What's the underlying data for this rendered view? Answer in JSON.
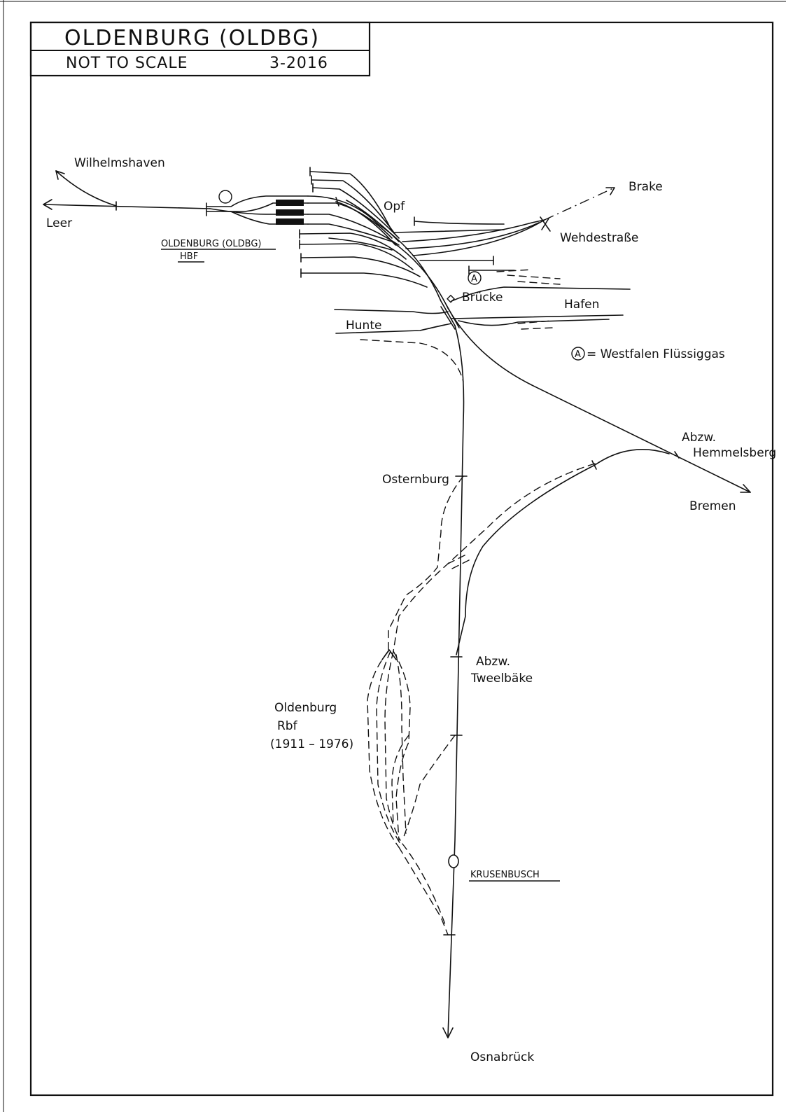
{
  "header": {
    "title": "OLDENBURG (OLDBG)",
    "subtitle": "NOT TO SCALE",
    "date": "3-2016"
  },
  "labels": {
    "wilhelmshaven": "Wilhelmshaven",
    "leer": "Leer",
    "station_main": "OLDENBURG (OLDBG)",
    "station_main_sub": "HBF",
    "opf": "Opf",
    "brake": "Brake",
    "wehdestrasse": "Wehdestraße",
    "bruecke": "Brücke",
    "hafen": "Hafen",
    "hunte": "Hunte",
    "legend_a": "A",
    "legend_text": "= Westfalen Flüssiggas",
    "abzw_hemmelsberg_1": "Abzw.",
    "abzw_hemmelsberg_2": "Hemmelsberg",
    "bremen": "Bremen",
    "osternburg": "Osternburg",
    "abzw_tweelbaeke_1": "Abzw.",
    "abzw_tweelbaeke_2": "Tweelbäke",
    "rbf_1": "Oldenburg",
    "rbf_2": "Rbf",
    "rbf_3": "(1911 – 1976)",
    "krusenbusch": "KRUSENBUSCH",
    "osnabrueck": "Osnabrück"
  }
}
